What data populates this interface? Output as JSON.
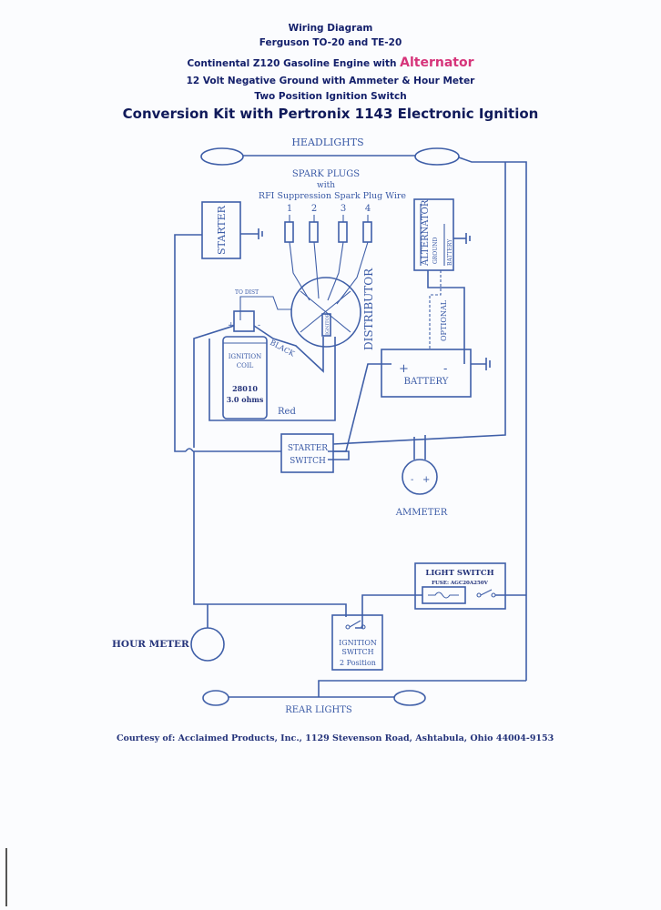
{
  "header": {
    "line1": "Wiring Diagram",
    "line2": "Ferguson TO-20 and TE-20",
    "line3_prefix": "Continental Z120 Gasoline Engine with ",
    "line3_highlight": "Alternator",
    "line4": "12 Volt Negative Ground with Ammeter & Hour Meter",
    "line5": "Two Position Ignition Switch",
    "line6": "Conversion Kit with Pertronix 1143 Electronic Ignition"
  },
  "diagram": {
    "headlights": "HEADLIGHTS",
    "spark_plugs": "SPARK PLUGS",
    "with": "with",
    "rfi": "RFI Suppression Spark Plug Wire",
    "plug_numbers": [
      "1",
      "2",
      "3",
      "4"
    ],
    "starter": "STARTER",
    "alternator": "ALTERNATOR",
    "alt_ground": "GROUND",
    "alt_battery": "BATTERY",
    "distributor": "DISTRIBUTOR",
    "ignitor": "IGNITOR",
    "to_dist": "TO DIST",
    "coil_plus": "+",
    "coil_minus": "-",
    "coil_line1": "IGNITION",
    "coil_line2": "COIL",
    "coil_part": "28010",
    "coil_ohms": "3.0 ohms",
    "black": "BLACK",
    "red": "Red",
    "optional": "OPTIONAL",
    "battery": "BATTERY",
    "battery_plus": "+",
    "battery_minus": "-",
    "starter_switch_1": "STARTER",
    "starter_switch_2": "SWITCH",
    "ammeter": "AMMETER",
    "ammeter_minus": "-",
    "ammeter_plus": "+",
    "light_switch": "LIGHT SWITCH",
    "fuse": "FUSE: AGC20A250V",
    "hour_meter": "HOUR METER",
    "ign_switch_1": "IGNITION",
    "ign_switch_2": "SWITCH",
    "ign_switch_3": "2 Position",
    "rear_lights": "REAR LIGHTS"
  },
  "footer": {
    "courtesy": "Courtesy of: Acclaimed Products, Inc., 1129 Stevenson Road, Ashtabula, Ohio 44004-9153"
  },
  "colors": {
    "wire": "#3f5fa8",
    "header_text": "#14206b",
    "highlight": "#d6347a"
  }
}
